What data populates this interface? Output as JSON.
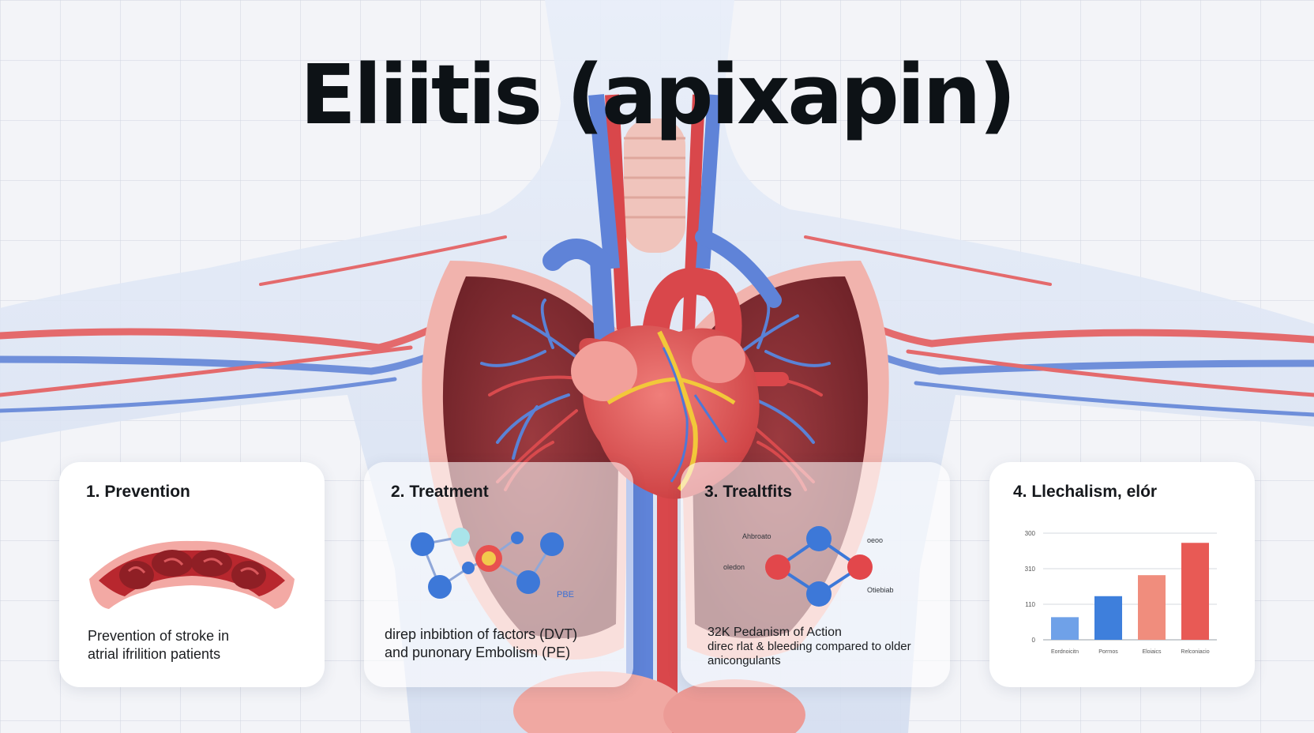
{
  "title": "Eliitis (apixapin)",
  "cards": [
    {
      "title": "1. Prevention",
      "text_lines": [
        "Prevention of stroke in",
        "atrial ifrilition patients"
      ]
    },
    {
      "title": "2. Treatment",
      "text_lines": [
        "direp inbibtion of factors (DVT)",
        "and punonary Embolism (PE)"
      ],
      "molecule_label": "PBE"
    },
    {
      "title": "3. Trealtfits",
      "text_lines": [
        "32K Pedanism of Action",
        "direc rlat & bleeding compared to older",
        "anicongulants"
      ],
      "molecule_labels": [
        "Ahbroato",
        "oeoo",
        "oledon",
        "Otiebiab"
      ]
    },
    {
      "title": "4. Llechalism, elór"
    }
  ],
  "chart_data": {
    "type": "bar",
    "categories": [
      "Eordnoicitn",
      "Porrnos",
      "Eloiaics",
      "Relconiacio"
    ],
    "values": [
      70,
      135,
      200,
      300
    ],
    "ytick_labels": [
      "0",
      "110",
      "310",
      "300"
    ],
    "colors": [
      "#6fa1e8",
      "#3e7fdc",
      "#f08d7d",
      "#e85a55"
    ]
  }
}
